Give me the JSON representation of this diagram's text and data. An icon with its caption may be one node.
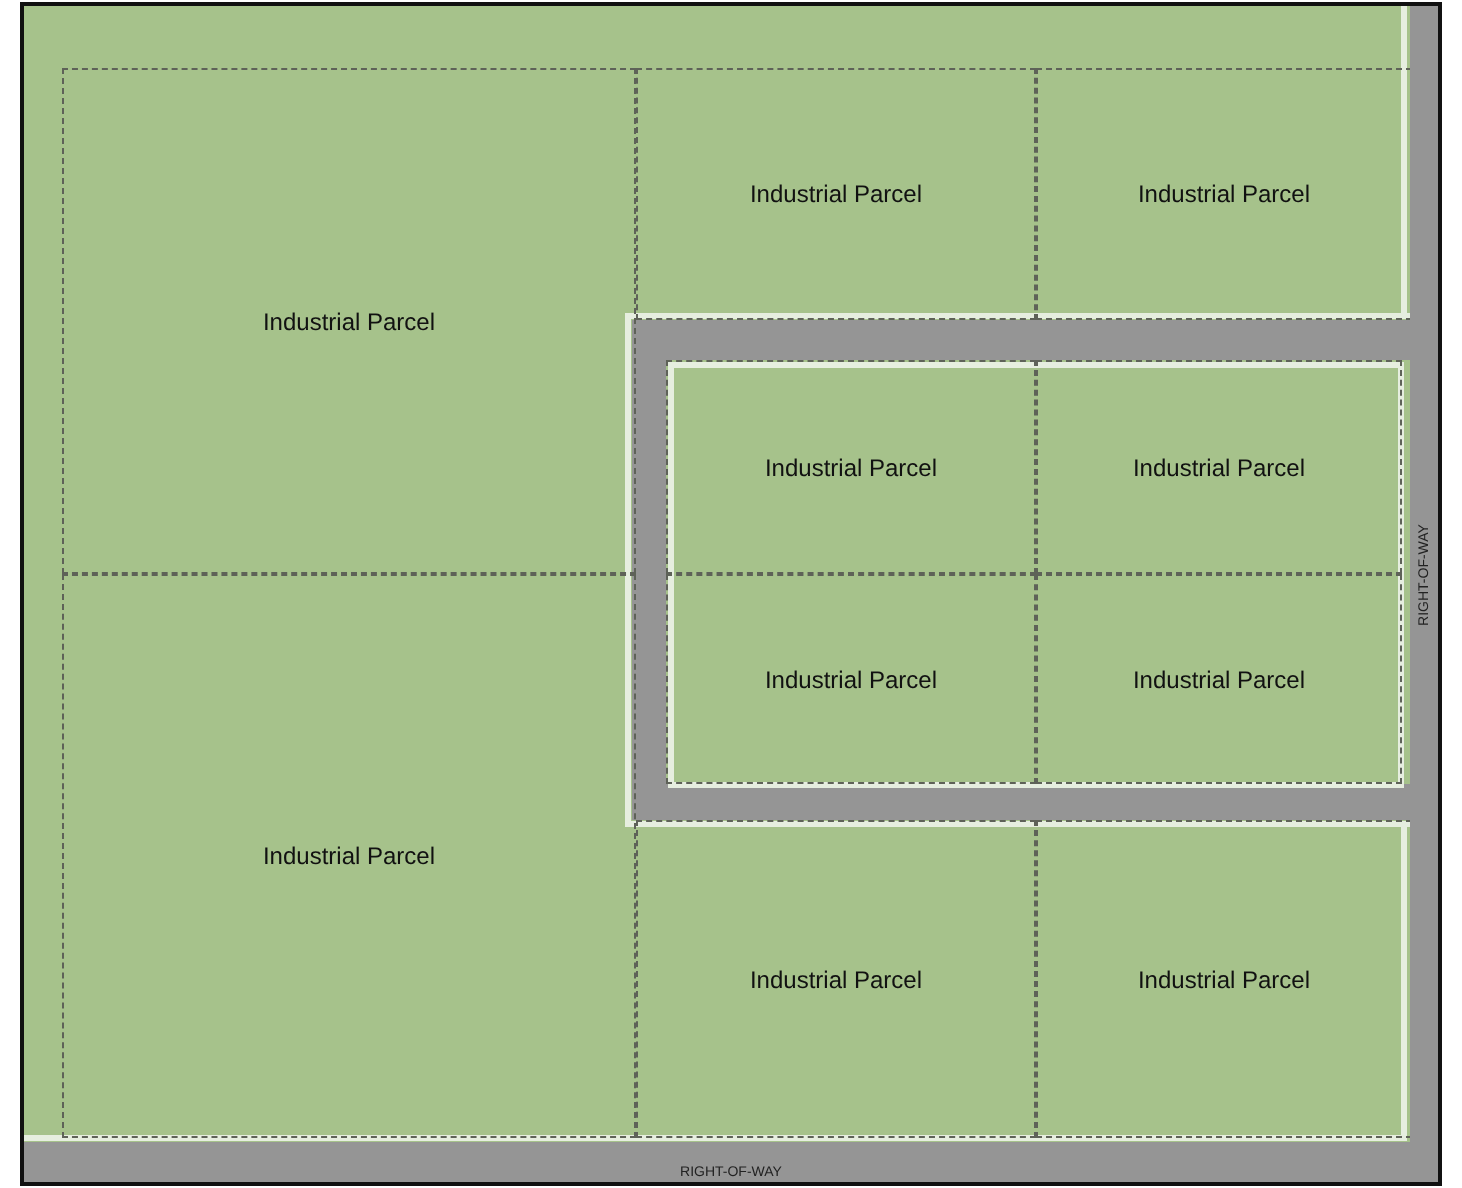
{
  "diagram": {
    "nodes": [
      {
        "text": [
          "Industrial Parcel"
        ]
      },
      {
        "text": [
          "Industrial Parcel"
        ]
      },
      {
        "text": [
          "Industrial Parcel"
        ]
      },
      {
        "text": [
          "Industrial Parcel"
        ]
      },
      {
        "text": [
          "Industrial Parcel"
        ]
      },
      {
        "text": [
          "Industrial Parcel"
        ]
      },
      {
        "text": [
          "Industrial Parcel"
        ]
      },
      {
        "text": [
          "Industrial Parcel"
        ]
      },
      {
        "text": [
          "Industrial Parcel"
        ]
      },
      {
        "text": [
          "Industrial Parcel"
        ]
      },
      {
        "text": [
          "RIGHT-OF-WAY"
        ]
      },
      {
        "text": [
          "RIGHT-OF-WAY"
        ]
      }
    ]
  }
}
